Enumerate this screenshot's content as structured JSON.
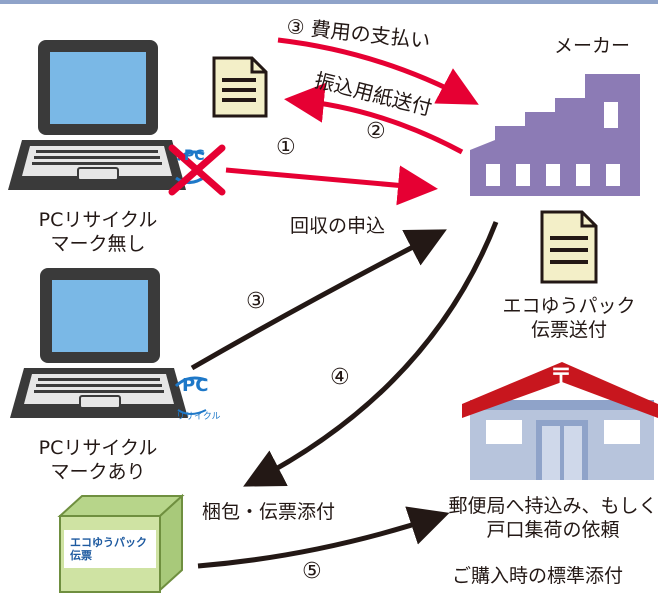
{
  "maker_label": "メーカー",
  "steps": {
    "pay": "③ 費用の支払い",
    "send_form": "振込用紙送付",
    "send_form_num": "②",
    "apply_num": "①",
    "apply": "回収の申込",
    "apply_marked_num": "③",
    "ship_num": "④",
    "pack": "梱包・伝票添付",
    "post_num": "⑤"
  },
  "pc_no_mark_label": [
    "PCリサイクル",
    "マーク無し"
  ],
  "pc_with_mark_label": [
    "PCリサイクル",
    "マークあり"
  ],
  "ecopack_label": [
    "エコゆうパック",
    "伝票送付"
  ],
  "post_office_label": [
    "郵便局へ持込み、もしく",
    "戸口集荷の依頼"
  ],
  "note": "ご購入時の標準添付",
  "pc_mark_text": "PC",
  "pc_mark_sub": "リサイクル",
  "box_label": [
    "エコゆうパック",
    "伝票"
  ],
  "post_mark": "〒",
  "colors": {
    "red_arrow": "#e60033",
    "black_arrow": "#231815",
    "factory": "#8c7bb5",
    "document": "#f3efc8",
    "box": "#cfe3a3",
    "post_roof": "#c8161e",
    "post_wall": "#b7c4dc",
    "pc_mark": "#1e78c8"
  },
  "icons": [
    "laptop-icon",
    "document-icon",
    "factory-icon",
    "cross-icon",
    "pc-recycle-mark-icon",
    "box-icon",
    "post-office-icon"
  ]
}
